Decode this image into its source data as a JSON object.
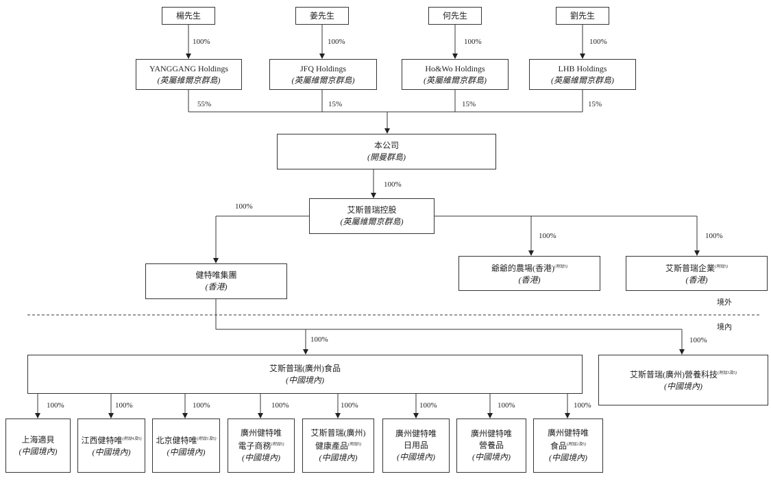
{
  "shareholders": [
    {
      "name": "楊先生"
    },
    {
      "name": "姜先生"
    },
    {
      "name": "何先生"
    },
    {
      "name": "劉先生"
    }
  ],
  "holdings": [
    {
      "name": "YANGGANG Holdings",
      "place": "(英屬維爾京群島)",
      "owner_pct": "100%",
      "company_pct": "55%"
    },
    {
      "name": "JFQ Holdings",
      "place": "(英屬維爾京群島)",
      "owner_pct": "100%",
      "company_pct": "15%"
    },
    {
      "name": "Ho&Wo Holdings",
      "place": "(英屬維爾京群島)",
      "owner_pct": "100%",
      "company_pct": "15%"
    },
    {
      "name": "LHB Holdings",
      "place": "(英屬維爾京群島)",
      "owner_pct": "100%",
      "company_pct": "15%"
    }
  ],
  "company": {
    "name": "本公司",
    "place": "(開曼群島)"
  },
  "holdco": {
    "name": "艾斯普瑞控股",
    "place": "(英屬維爾京群島)",
    "pct": "100%"
  },
  "offshore": [
    {
      "name": "健特唯集團",
      "note": "",
      "place": "(香港)",
      "pct": "100%"
    },
    {
      "name": "爺爺的農場(香港)",
      "note": "(附註5)",
      "place": "(香港)",
      "pct": "100%"
    },
    {
      "name": "艾斯普瑞企業",
      "note": "(附註5)",
      "place": "(香港)",
      "pct": "100%"
    }
  ],
  "regions": {
    "offshore": "境外",
    "onshore": "境內"
  },
  "onshore_main": {
    "name": "艾斯普瑞(廣州)食品",
    "place": "(中國境內)",
    "pct": "100%"
  },
  "onshore_tech": {
    "name": "艾斯普瑞(廣州)營養科技",
    "note": "(附註3及5)",
    "place": "(中國境內)",
    "pct": "100%"
  },
  "subsidiaries": [
    {
      "line1": "上海適貝",
      "line2": "",
      "note": "",
      "place": "(中國境內)",
      "pct": "100%"
    },
    {
      "line1": "江西健特唯",
      "line2": "",
      "note": "(附註4及5)",
      "place": "(中國境內)",
      "pct": "100%"
    },
    {
      "line1": "北京健特唯",
      "line2": "",
      "note": "(附註1及5)",
      "place": "(中國境內)",
      "pct": "100%"
    },
    {
      "line1": "廣州健特唯",
      "line2": "電子商務",
      "note": "(附註5)",
      "place": "(中國境內)",
      "pct": "100%"
    },
    {
      "line1": "艾斯普瑞(廣州)",
      "line2": "健康產品",
      "note": "(附註5)",
      "place": "(中國境內)",
      "pct": "100%"
    },
    {
      "line1": "廣州健特唯",
      "line2": "日用品",
      "note": "",
      "place": "(中國境內)",
      "pct": "100%"
    },
    {
      "line1": "廣州健特唯",
      "line2": "營養品",
      "note": "",
      "place": "(中國境內)",
      "pct": "100%"
    },
    {
      "line1": "廣州健特唯",
      "line2": "食品",
      "note": "(附註2及5)",
      "place": "(中國境內)",
      "pct": "100%"
    }
  ]
}
